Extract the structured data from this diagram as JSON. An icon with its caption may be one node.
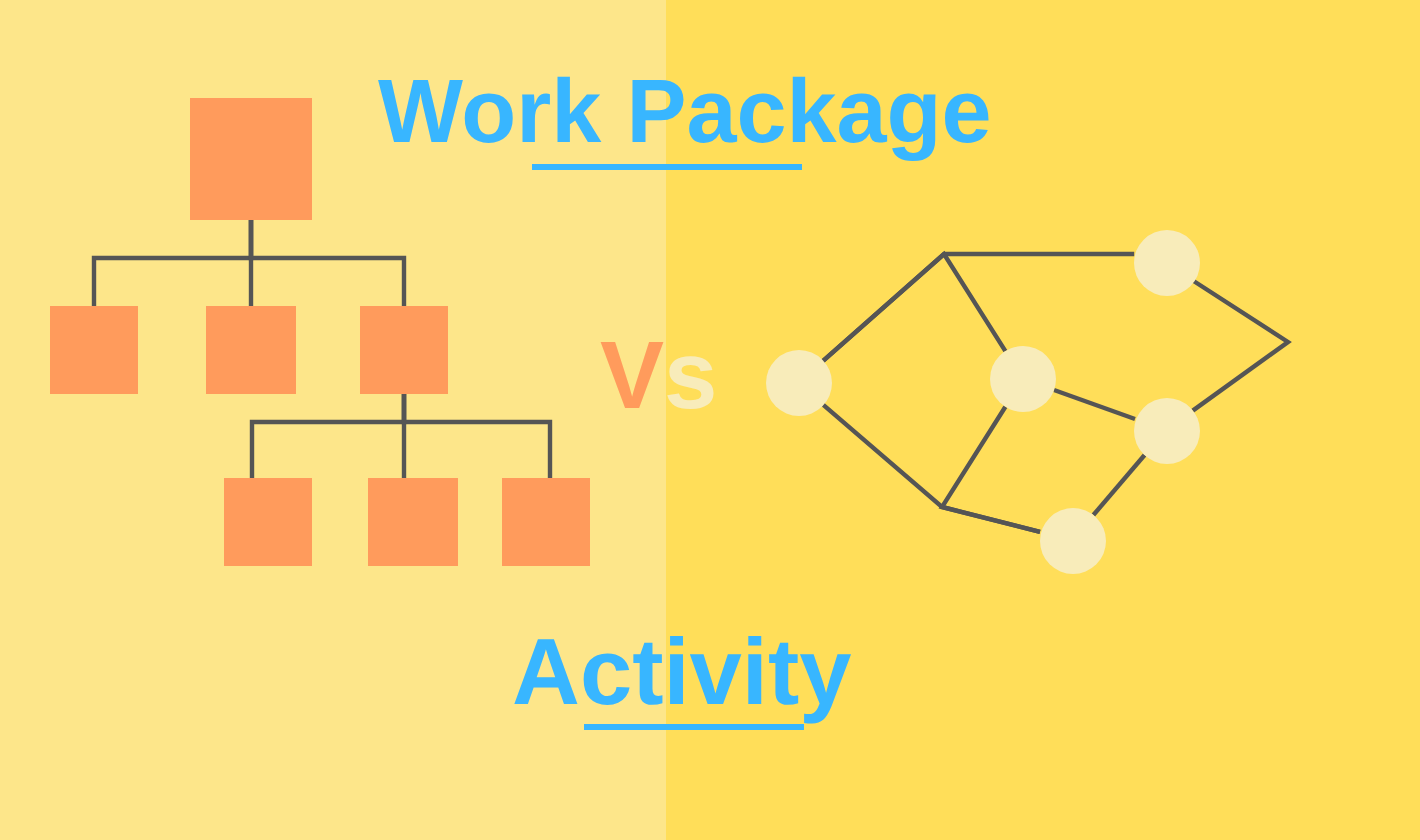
{
  "diagram": {
    "nodes": [
      {
        "text": [],
        "shape": "box"
      },
      {
        "text": [],
        "shape": "box"
      },
      {
        "text": [],
        "shape": "box"
      },
      {
        "text": [],
        "shape": "box"
      },
      {
        "text": [],
        "shape": "box"
      },
      {
        "text": [],
        "shape": "box"
      },
      {
        "text": [],
        "shape": "box"
      },
      {
        "text": [],
        "shape": "circle"
      },
      {
        "text": [],
        "shape": "circle"
      },
      {
        "text": [],
        "shape": "circle"
      },
      {
        "text": [],
        "shape": "circle"
      },
      {
        "text": [],
        "shape": "circle"
      }
    ],
    "edges": [
      {
        "from": 0,
        "to": 1,
        "arrow": "none"
      },
      {
        "from": 0,
        "to": 2,
        "arrow": "none"
      },
      {
        "from": 0,
        "to": 3,
        "arrow": "none"
      },
      {
        "from": 3,
        "to": 4,
        "arrow": "none"
      },
      {
        "from": 3,
        "to": 5,
        "arrow": "none"
      },
      {
        "from": 3,
        "to": 6,
        "arrow": "none"
      },
      {
        "from": 7,
        "to": 10,
        "arrow": "none"
      },
      {
        "from": 7,
        "to": 8,
        "arrow": "none"
      },
      {
        "from": 10,
        "to": 11,
        "arrow": "none"
      },
      {
        "from": 8,
        "to": 11,
        "arrow": "none"
      },
      {
        "from": 7,
        "to": 9,
        "arrow": "none"
      },
      {
        "from": 8,
        "to": 9,
        "arrow": "none"
      },
      {
        "from": 9,
        "to": 11,
        "arrow": "none"
      }
    ],
    "labels": [
      "Work Package",
      "Vs",
      "Activity"
    ]
  }
}
